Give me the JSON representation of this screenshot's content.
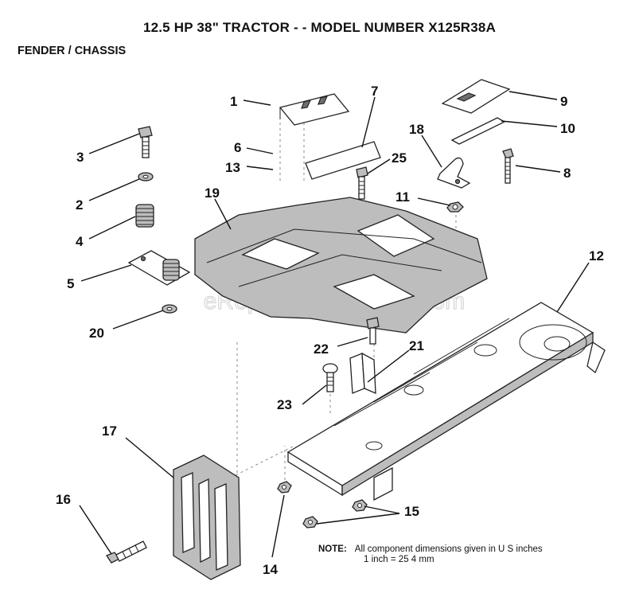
{
  "header": {
    "title": "12.5 HP 38\" TRACTOR - - MODEL NUMBER X125R38A",
    "subtitle": "FENDER / CHASSIS"
  },
  "watermark": "eReplacementParts.com",
  "note": {
    "label": "NOTE:",
    "line1": "All component dimensions given in U S  inches",
    "line2": "1 inch = 25 4 mm"
  },
  "callouts": [
    "1",
    "7",
    "9",
    "18",
    "10",
    "6",
    "13",
    "3",
    "25",
    "8",
    "2",
    "19",
    "11",
    "4",
    "12",
    "5",
    "20",
    "22",
    "21",
    "23",
    "17",
    "16",
    "15",
    "14"
  ],
  "colors": {
    "ink": "#111111",
    "background": "#ffffff",
    "part_fill": "#bdbdbd",
    "watermark": "#cfcfcf"
  }
}
